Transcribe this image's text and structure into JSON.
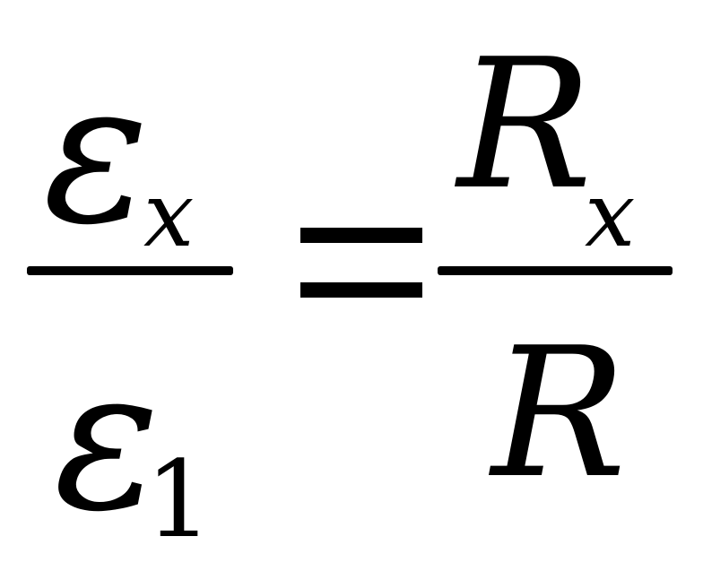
{
  "equation": {
    "left_fraction": {
      "numerator_symbol": "ε",
      "numerator_subscript": "x",
      "denominator_symbol": "ε",
      "denominator_subscript": "1"
    },
    "relation": "=",
    "right_fraction": {
      "numerator_symbol": "R",
      "numerator_subscript": "x",
      "denominator_symbol": "R"
    }
  }
}
